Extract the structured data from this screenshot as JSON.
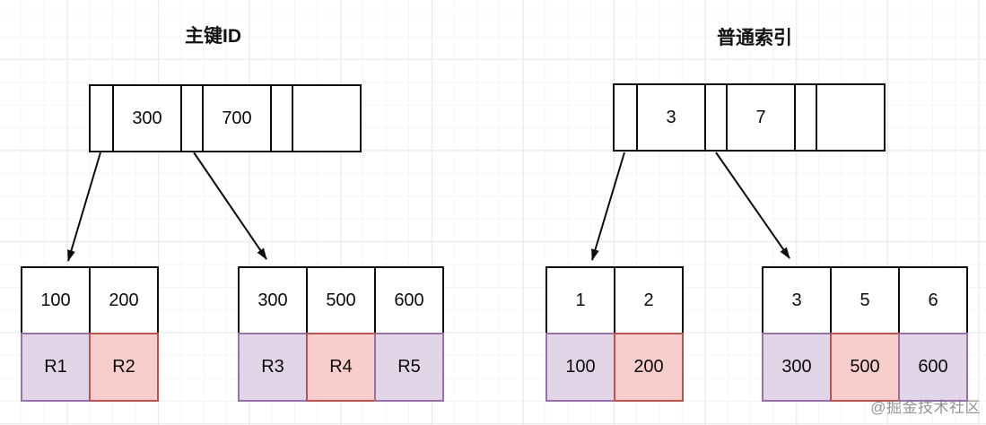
{
  "diagrams": [
    {
      "title": "主键ID",
      "root": {
        "keys": [
          "300",
          "700",
          ""
        ]
      },
      "leaves": [
        {
          "keys": [
            "100",
            "200"
          ],
          "records": [
            {
              "text": "R1",
              "color": "purple"
            },
            {
              "text": "R2",
              "color": "red"
            }
          ]
        },
        {
          "keys": [
            "300",
            "500",
            "600"
          ],
          "records": [
            {
              "text": "R3",
              "color": "purple"
            },
            {
              "text": "R4",
              "color": "red"
            },
            {
              "text": "R5",
              "color": "purple"
            }
          ]
        }
      ]
    },
    {
      "title": "普通索引",
      "root": {
        "keys": [
          "3",
          "7",
          ""
        ]
      },
      "leaves": [
        {
          "keys": [
            "1",
            "2"
          ],
          "records": [
            {
              "text": "100",
              "color": "purple"
            },
            {
              "text": "200",
              "color": "red"
            }
          ]
        },
        {
          "keys": [
            "3",
            "5",
            "6"
          ],
          "records": [
            {
              "text": "300",
              "color": "purple"
            },
            {
              "text": "500",
              "color": "red"
            },
            {
              "text": "600",
              "color": "purple"
            }
          ]
        }
      ]
    }
  ],
  "watermark": "@掘金技术社区",
  "colors": {
    "stroke": "#0d0d0d",
    "purple_fill": "#E1D5E7",
    "purple_stroke": "#9673A6",
    "red_fill": "#F8CECC",
    "red_stroke": "#B85450",
    "watermark_gray": "#7d7d7d"
  }
}
